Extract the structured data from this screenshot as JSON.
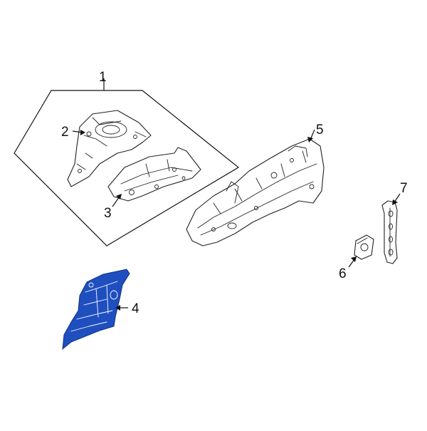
{
  "colors": {
    "highlight_fill": "#1f4fbf",
    "highlight_stroke": "#0d2f80",
    "line": "#222222"
  },
  "callouts": [
    {
      "id": "1",
      "label": "1"
    },
    {
      "id": "2",
      "label": "2"
    },
    {
      "id": "3",
      "label": "3"
    },
    {
      "id": "4",
      "label": "4"
    },
    {
      "id": "5",
      "label": "5"
    },
    {
      "id": "6",
      "label": "6"
    },
    {
      "id": "7",
      "label": "7"
    }
  ],
  "highlighted_part": "4"
}
